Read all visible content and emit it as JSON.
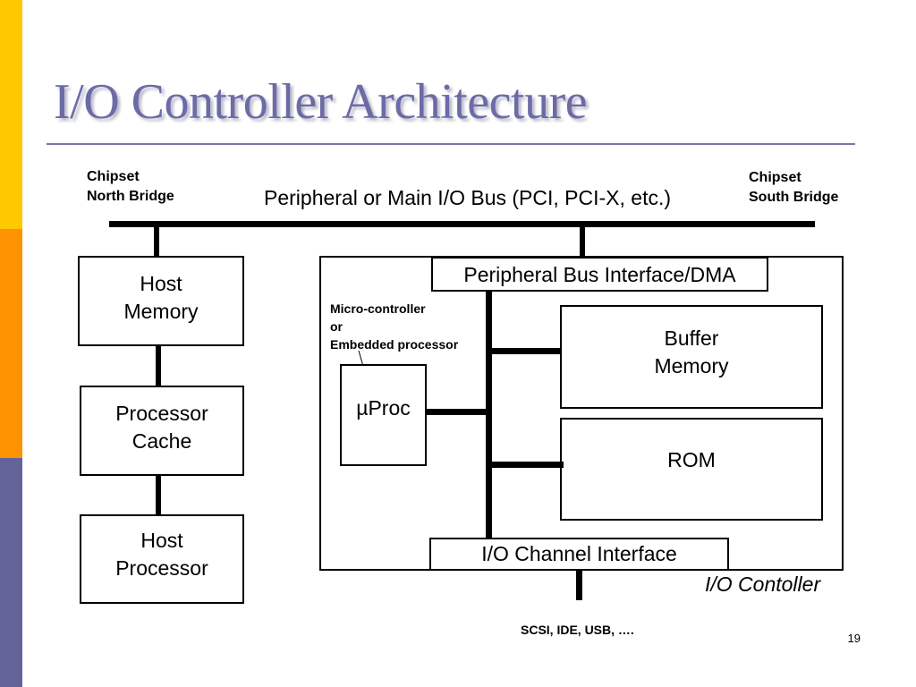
{
  "slide": {
    "title": "I/O Controller Architecture",
    "page_number": "19",
    "accent_colors": [
      "#ffc800",
      "#ff9200",
      "#63639a"
    ]
  },
  "diagram": {
    "north_bridge": {
      "line1": "Chipset",
      "line2": "North Bridge"
    },
    "south_bridge": {
      "line1": "Chipset",
      "line2": "South Bridge"
    },
    "main_bus_label": "Peripheral or Main I/O Bus (PCI, PCI-X, etc.)",
    "host_memory": {
      "line1": "Host",
      "line2": "Memory"
    },
    "processor_cache": {
      "line1": "Processor",
      "line2": "Cache"
    },
    "host_processor": {
      "line1": "Host",
      "line2": "Processor"
    },
    "peripheral_bus_interface": "Peripheral Bus Interface/DMA",
    "microcontroller_note": {
      "line1": "Micro-controller",
      "line2": "or",
      "line3": "Embedded processor"
    },
    "uproc": "µProc",
    "buffer_memory": {
      "line1": "Buffer",
      "line2": "Memory"
    },
    "rom": "ROM",
    "io_channel_interface": "I/O Channel Interface",
    "io_controller_label": "I/O Contoller",
    "external_buses": "SCSI, IDE, USB,  …."
  }
}
